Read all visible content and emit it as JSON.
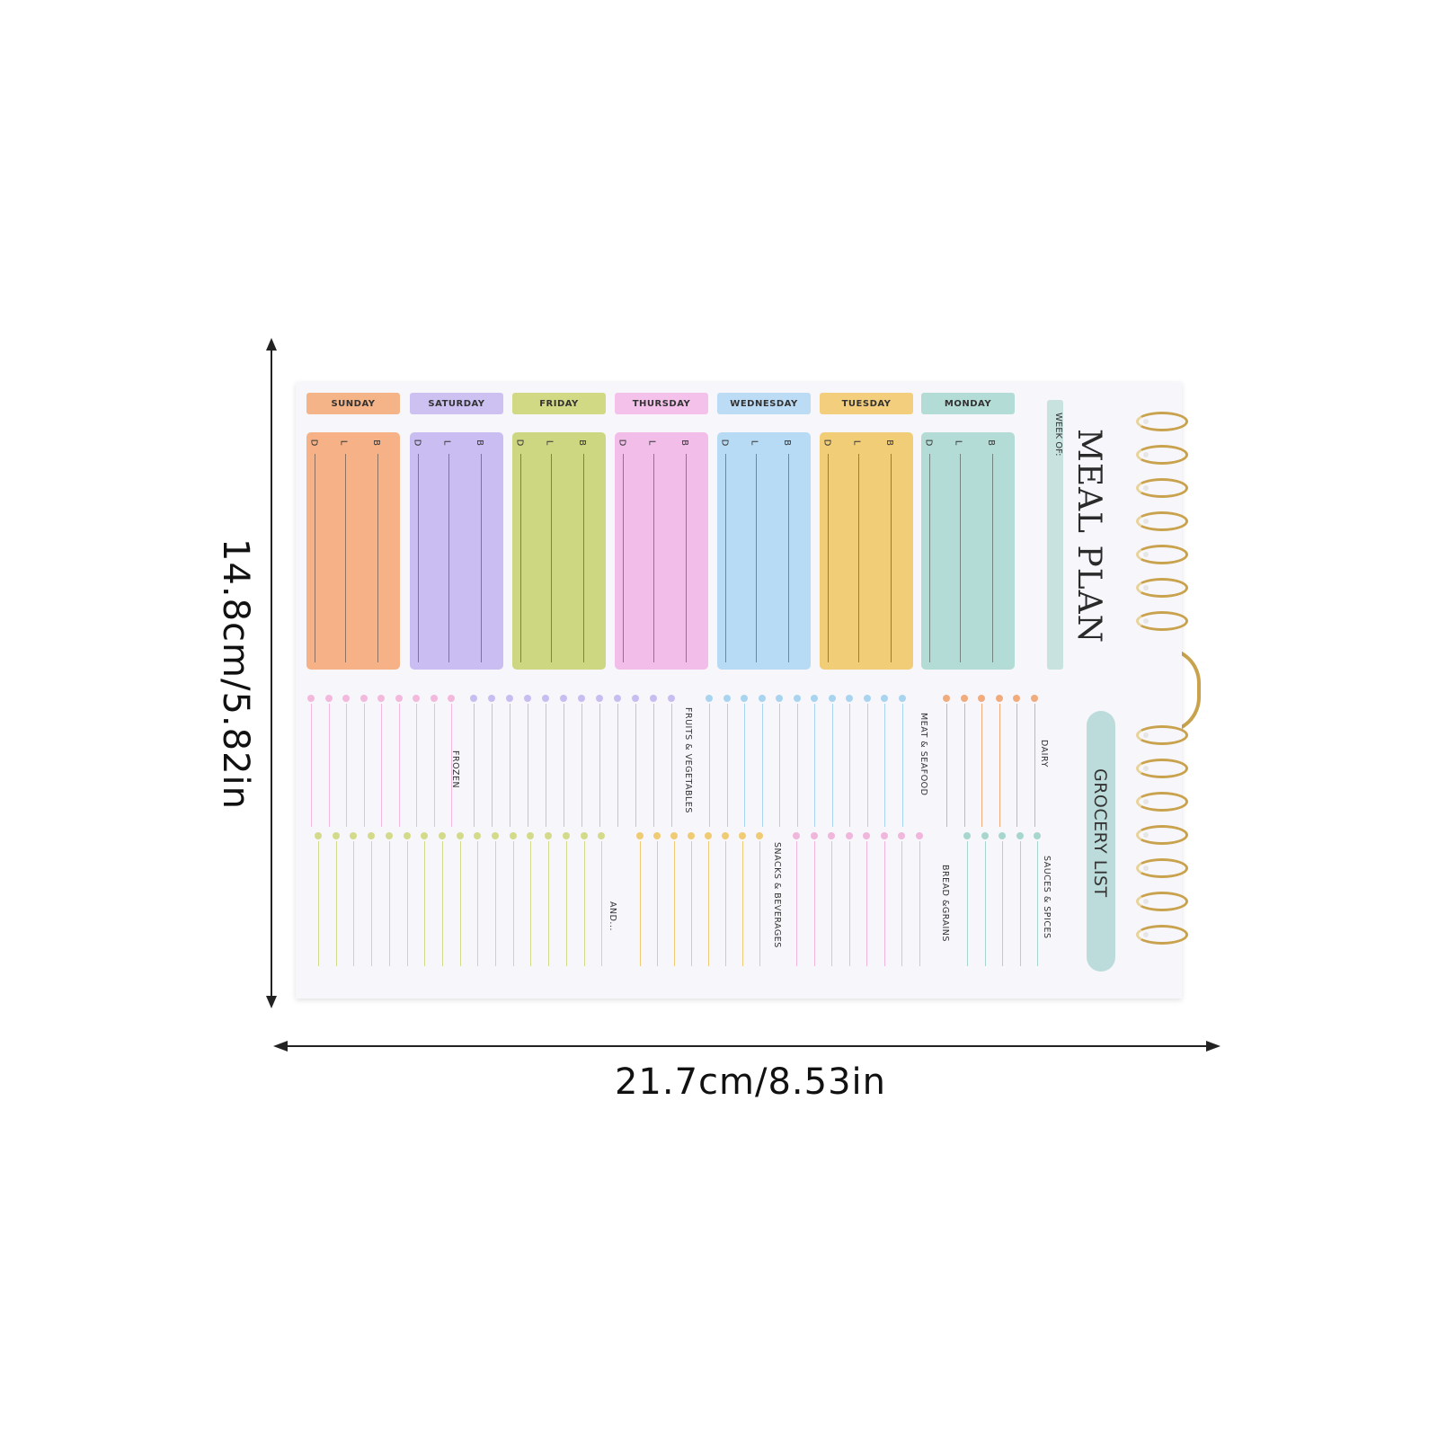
{
  "dimensions": {
    "height_label": "14.8cm/5.82in",
    "width_label": "21.7cm/8.53in"
  },
  "planner": {
    "title": "MEAL PLAN",
    "week_label": "WEEK OF:",
    "meal_letters": [
      "B",
      "L",
      "D"
    ],
    "days": [
      {
        "name": "SUNDAY",
        "tab_color": "#f4b488",
        "col_color": "#f6b186"
      },
      {
        "name": "SATURDAY",
        "tab_color": "#cdc1f1",
        "col_color": "#c9bdf1"
      },
      {
        "name": "FRIDAY",
        "tab_color": "#d2d985",
        "col_color": "#cdd680"
      },
      {
        "name": "THURSDAY",
        "tab_color": "#f3c1ea",
        "col_color": "#f2bde9"
      },
      {
        "name": "WEDNESDAY",
        "tab_color": "#bcdcf5",
        "col_color": "#b8dbf5"
      },
      {
        "name": "TUESDAY",
        "tab_color": "#f3cf7d",
        "col_color": "#f1cd78"
      },
      {
        "name": "MONDAY",
        "tab_color": "#b4dcd7",
        "col_color": "#b3dcd6"
      }
    ]
  },
  "grocery": {
    "title": "GROCERY LIST",
    "categories": [
      {
        "name": "DAIRY",
        "color": "#f0ac7c"
      },
      {
        "name": "MEAT & SEAFOOD",
        "color": "#a9d4ef"
      },
      {
        "name": "FRUITS & VEGETABLES",
        "color": "#c8bdf0"
      },
      {
        "name": "FROZEN",
        "color": "#f2b9dd"
      },
      {
        "name": "SAUCES & SPICES",
        "color": "#a7d6cf"
      },
      {
        "name": "BREAD &GRAINS",
        "color": "#f0b6dc"
      },
      {
        "name": "SNACKS & BEVERAGES",
        "color": "#efcb74"
      },
      {
        "name": "AND...",
        "color": "#d3db8a"
      }
    ]
  },
  "colors": {
    "page": "#f7f6fb",
    "binding": "#c9a24d",
    "grocery_pill": "#bcdcdb"
  }
}
